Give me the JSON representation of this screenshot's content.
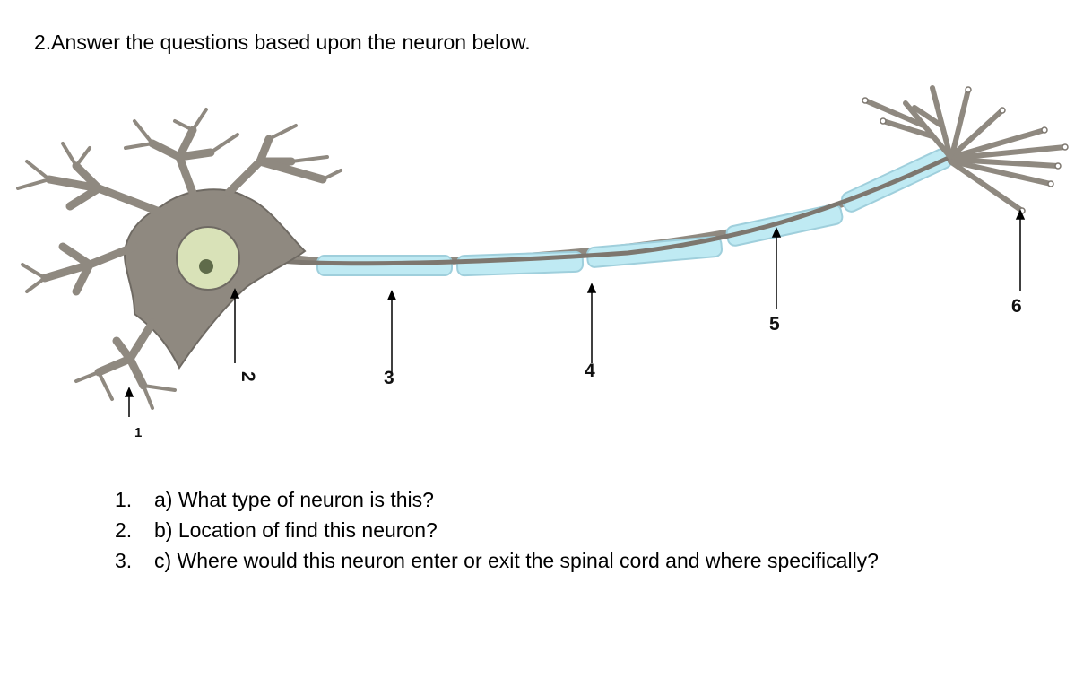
{
  "heading": "2.Answer the questions based upon the neuron below.",
  "diagram": {
    "labels": [
      "1",
      "2",
      "3",
      "4",
      "5",
      "6"
    ]
  },
  "questions": [
    {
      "number": "1.",
      "text": "a)  What type of neuron is this?"
    },
    {
      "number": "2.",
      "text": "b)  Location of find this neuron?"
    },
    {
      "number": "3.",
      "text": "c)  Where would this neuron enter or exit the spinal cord and where specifically?"
    }
  ],
  "colors": {
    "cell_body": "#8f8980",
    "cell_outline": "#6f6a63",
    "nucleus": "#d9e2b8",
    "nucleolus": "#5f6b4a",
    "myelin": "#bfeaf3",
    "myelin_edge": "#9fcfdc"
  }
}
